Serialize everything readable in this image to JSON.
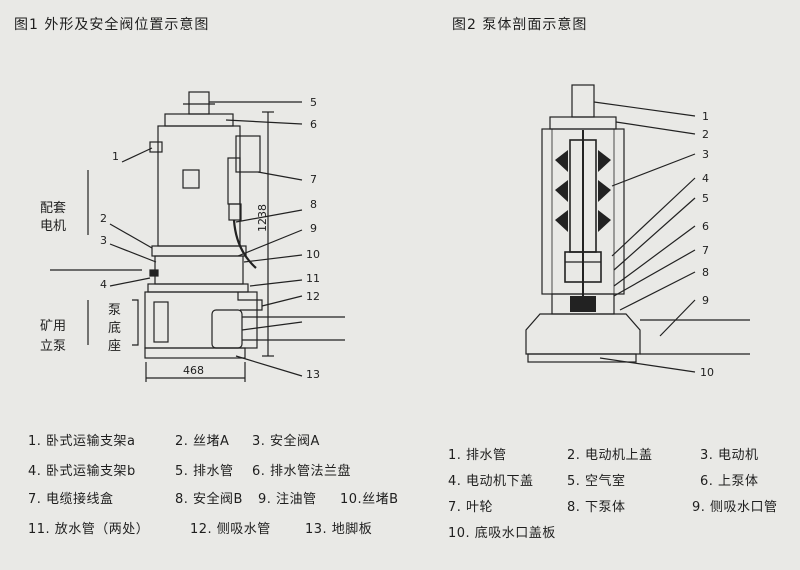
{
  "figure1": {
    "title": "图1  外形及安全阀位置示意图",
    "side_label_top": [
      "配套",
      "电机"
    ],
    "side_label_bottom": [
      "矿用",
      "立泵"
    ],
    "side_label_body": [
      "泵",
      "底",
      "座"
    ],
    "dimension_height": "1238",
    "dimension_width": "468",
    "callouts": [
      "1",
      "2",
      "3",
      "4",
      "5",
      "6",
      "7",
      "8",
      "9",
      "10",
      "11",
      "12",
      "13"
    ]
  },
  "figure2": {
    "title": "图2  泵体剖面示意图",
    "callouts": [
      "1",
      "2",
      "3",
      "4",
      "5",
      "6",
      "7",
      "8",
      "9",
      "10"
    ]
  },
  "legend1": [
    "1.  卧式运输支架a",
    "2.  丝堵A",
    "3.  安全阀A",
    "4.  卧式运输支架b",
    "5.  排水管",
    "6.  排水管法兰盘",
    "7.  电缆接线盒",
    "8.  安全阀B",
    "9.  注油管",
    "10.丝堵B",
    "11.  放水管（两处）",
    "12.  侧吸水管",
    "13.  地脚板"
  ],
  "legend2": [
    "1.  排水管",
    "2.  电动机上盖",
    "3.  电动机",
    "4.  电动机下盖",
    "5.  空气室",
    "6.  上泵体",
    "7.  叶轮",
    "8.  下泵体",
    "9.  侧吸水口管",
    "10.  底吸水口盖板"
  ]
}
